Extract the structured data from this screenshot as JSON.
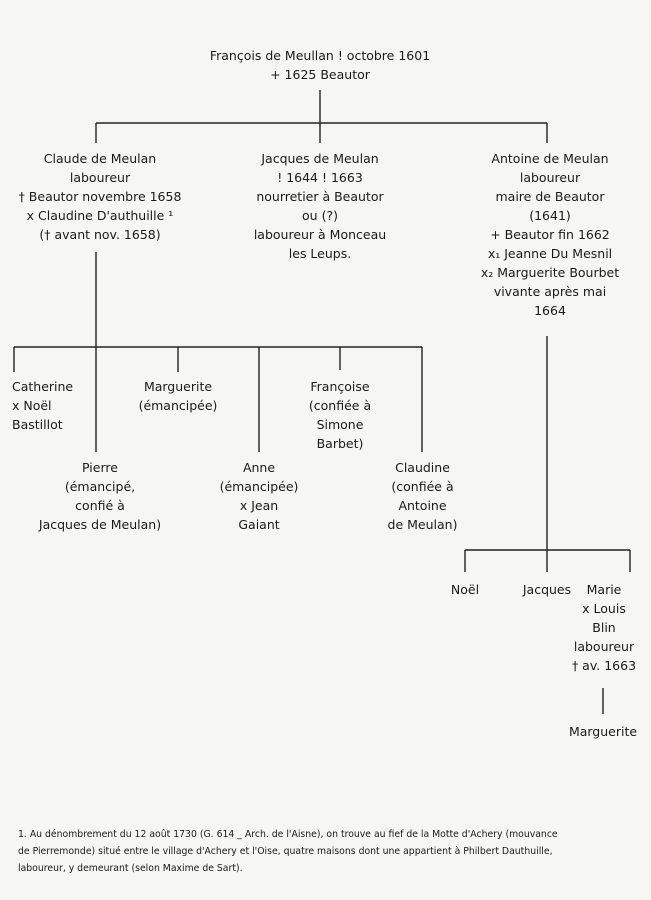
{
  "tree": {
    "root": [
      "François de Meullan ! octobre 1601",
      "+ 1625 Beautor"
    ],
    "gen1": {
      "claude": [
        "Claude de Meulan",
        "laboureur",
        "† Beautor novembre 1658",
        "x Claudine D'authuille ¹",
        "(† avant nov. 1658)"
      ],
      "jacques": [
        "Jacques de Meulan",
        "! 1644 ! 1663",
        "nourretier à Beautor",
        "ou (?)",
        "laboureur à Monceau",
        "les Leups."
      ],
      "antoine": [
        "Antoine de Meulan",
        "laboureur",
        "maire de Beautor",
        "(1641)",
        "+ Beautor fin 1662",
        "x₁ Jeanne Du Mesnil",
        "x₂ Marguerite Bourbet",
        "vivante après mai",
        "1664"
      ]
    },
    "gen2_claude": {
      "catherine": [
        "Catherine",
        "x Noël",
        "Bastillot"
      ],
      "marguerite": [
        "Marguerite",
        "(émancipée)"
      ],
      "francoise": [
        "Françoise",
        "(confiée à",
        "Simone",
        "Barbet)"
      ],
      "pierre": [
        "Pierre",
        "(émancipé,",
        "confié à",
        "Jacques de Meulan)"
      ],
      "anne": [
        "Anne",
        "(émancipée)",
        "x Jean",
        "Gaiant"
      ],
      "claudine": [
        "Claudine",
        "(confiée à",
        "Antoine",
        "de Meulan)"
      ]
    },
    "gen2_antoine": {
      "noel": [
        "Noël"
      ],
      "jacques": [
        "Jacques"
      ],
      "marie": [
        "Marie",
        "x Louis",
        "Blin",
        "laboureur",
        "† av. 1663"
      ]
    },
    "gen3": {
      "marguerite": [
        "Marguerite"
      ]
    }
  },
  "footnote": [
    "1. Au dénombrement du 12 août 1730 (G. 614 _ Arch. de l'Aisne), on trouve au fief de la Motte d'Achery (mouvance",
    "de Pierremonde) situé entre le village d'Achery et l'Oise, quatre maisons dont une appartient à Philbert Dauthuille,",
    "laboureur, y demeurant (selon Maxime de Sart)."
  ]
}
